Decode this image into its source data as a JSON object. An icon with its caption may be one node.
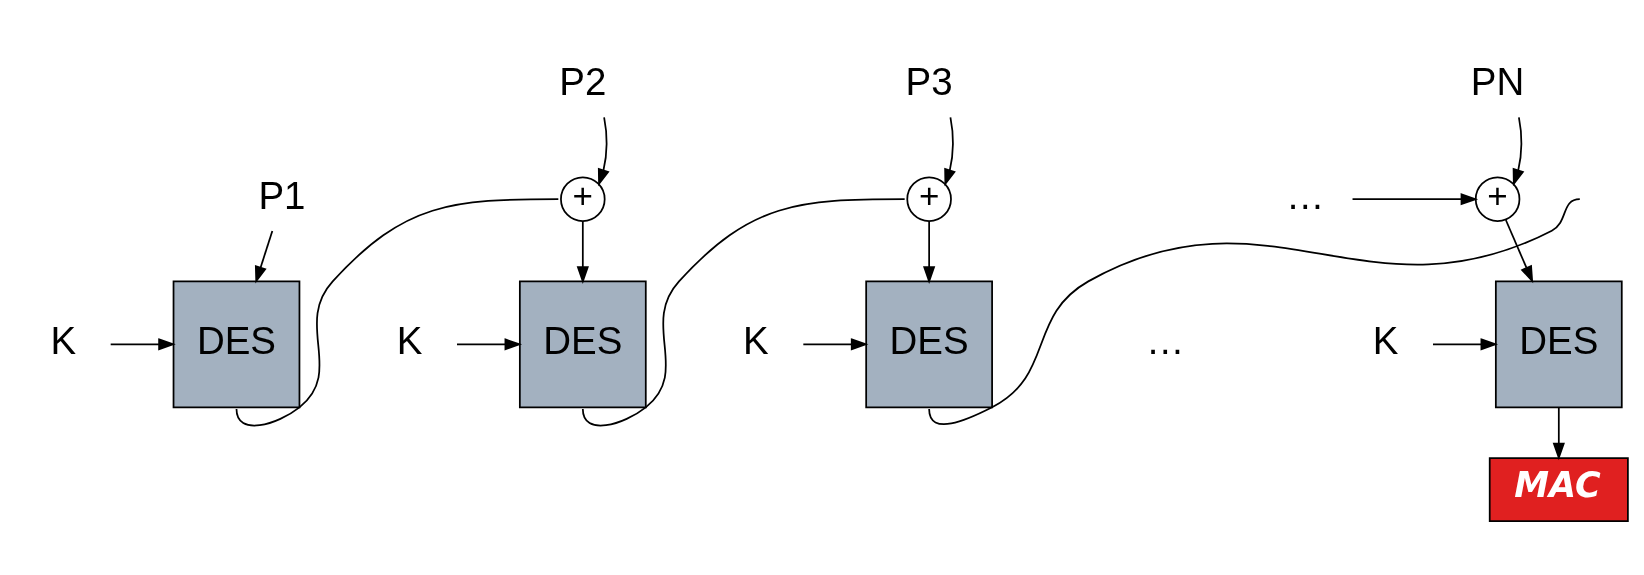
{
  "diagram": {
    "nodes": [
      {
        "text": [
          "P1"
        ]
      },
      {
        "text": [
          "K"
        ]
      },
      {
        "text": [
          "DES"
        ]
      },
      {
        "text": [
          "P2"
        ]
      },
      {
        "text": [
          "+"
        ]
      },
      {
        "text": [
          "K"
        ]
      },
      {
        "text": [
          "DES"
        ]
      },
      {
        "text": [
          "P3"
        ]
      },
      {
        "text": [
          "+"
        ]
      },
      {
        "text": [
          "K"
        ]
      },
      {
        "text": [
          "DES"
        ]
      },
      {
        "text": [
          "…"
        ]
      },
      {
        "text": [
          "PN"
        ]
      },
      {
        "text": [
          "+"
        ]
      },
      {
        "text": [
          "K"
        ]
      },
      {
        "text": [
          "DES"
        ]
      },
      {
        "text": [
          "MAC"
        ]
      }
    ],
    "edges": [
      {
        "from": 0,
        "to": 2,
        "arrow": "to"
      },
      {
        "from": 1,
        "to": 2,
        "arrow": "to"
      },
      {
        "from": 2,
        "to": 4,
        "arrow": "none"
      },
      {
        "from": 3,
        "to": 4,
        "arrow": "to"
      },
      {
        "from": 4,
        "to": 6,
        "arrow": "to"
      },
      {
        "from": 5,
        "to": 6,
        "arrow": "to"
      },
      {
        "from": 6,
        "to": 8,
        "arrow": "none"
      },
      {
        "from": 7,
        "to": 8,
        "arrow": "to"
      },
      {
        "from": 8,
        "to": 10,
        "arrow": "to"
      },
      {
        "from": 9,
        "to": 10,
        "arrow": "to"
      },
      {
        "from": 10,
        "to": null,
        "arrow": "none"
      },
      {
        "from": 11,
        "to": 13,
        "arrow": "to"
      },
      {
        "from": 12,
        "to": 13,
        "arrow": "to"
      },
      {
        "from": 13,
        "to": 15,
        "arrow": "to"
      },
      {
        "from": 14,
        "to": 15,
        "arrow": "to"
      },
      {
        "from": 15,
        "to": 16,
        "arrow": "to"
      }
    ],
    "labels": [
      "…"
    ]
  }
}
